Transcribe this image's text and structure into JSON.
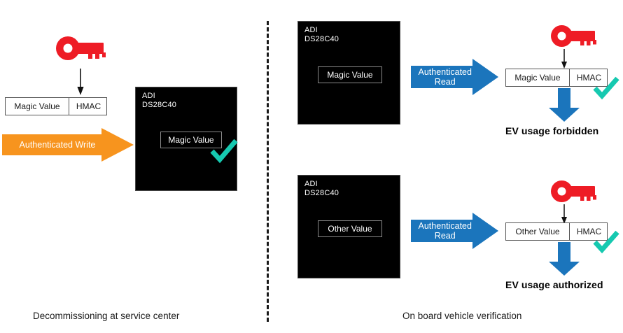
{
  "colors": {
    "orange_arrow": "#F7941E",
    "blue_arrow": "#1B75BC",
    "key_red": "#EE1C25",
    "check_teal": "#16C9B0",
    "chip_black": "#000000",
    "text_dark": "#1B1B1B"
  },
  "panels": {
    "left": {
      "caption": "Decommissioning at service center",
      "key_icon": "key-icon",
      "down_arrow_icon": "down-arrow-icon",
      "frame": {
        "value": "Magic Value",
        "hmac": "HMAC"
      },
      "action_arrow": {
        "label": "Authenticated Write",
        "color": "#F7941E"
      },
      "chip": {
        "brand": "ADI\nDS28C40",
        "stored_value": "Magic Value",
        "check_icon": "check-icon"
      }
    },
    "right": {
      "caption": "On board vehicle verification",
      "rows": [
        {
          "chip": {
            "brand": "ADI\nDS28C40",
            "stored_value": "Magic Value"
          },
          "action_arrow": {
            "label": "Authenticated\nRead",
            "color": "#1B75BC"
          },
          "key_icon": "key-icon",
          "down_arrow_icon": "down-arrow-icon",
          "frame": {
            "value": "Magic Value",
            "hmac": "HMAC"
          },
          "check_icon": "check-icon",
          "result_arrow_icon": "blue-down-arrow-icon",
          "verdict": "EV usage forbidden"
        },
        {
          "chip": {
            "brand": "ADI\nDS28C40",
            "stored_value": "Other Value"
          },
          "action_arrow": {
            "label": "Authenticated\nRead",
            "color": "#1B75BC"
          },
          "key_icon": "key-icon",
          "down_arrow_icon": "down-arrow-icon",
          "frame": {
            "value": "Other Value",
            "hmac": "HMAC"
          },
          "check_icon": "check-icon",
          "result_arrow_icon": "blue-down-arrow-icon",
          "verdict": "EV usage authorized"
        }
      ]
    }
  }
}
